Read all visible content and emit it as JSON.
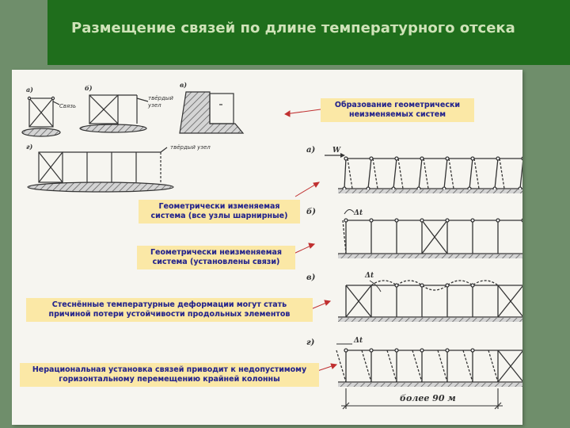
{
  "slide": {
    "title": "Размещение связей по длине температурного отсека"
  },
  "sketches": {
    "a_letter": "а)",
    "b_letter": "б)",
    "v_letter": "в)",
    "g_letter": "г)",
    "a_note": "Связь",
    "b_note_1": "твёрдый",
    "b_note_2": "узел",
    "g_note": "твёрдый узел"
  },
  "schemes": {
    "a_letter": "а)",
    "b_letter": "б)",
    "v_letter": "в)",
    "g_letter": "г)",
    "force": "W",
    "delta_b": "Δt",
    "delta_v": "Δt",
    "delta_g": "Δt",
    "dimension": "более 90 м"
  },
  "callouts": {
    "formation": [
      "Образование геометрически",
      "неизменяемых систем"
    ],
    "variable": [
      "Геометрически изменяемая",
      "система (все узлы шарнирные)"
    ],
    "invariable": [
      "Геометрически неизменяемая",
      "система (установлены связи)"
    ],
    "constrained": [
      "Стеснённые температурные деформации могут стать",
      "причиной потери устойчивости продольных элементов"
    ],
    "irrational": [
      "Нерациональная установка связей приводит к недопустимому",
      "горизонтальному перемещению крайней колонны"
    ]
  },
  "colors": {
    "background": "#6f8e6b",
    "header": "#1f6e1c",
    "title_text": "#cfe3b8",
    "label_bg": "#fbe8a6",
    "label_text": "#23238c",
    "arrow": "#c03030"
  }
}
